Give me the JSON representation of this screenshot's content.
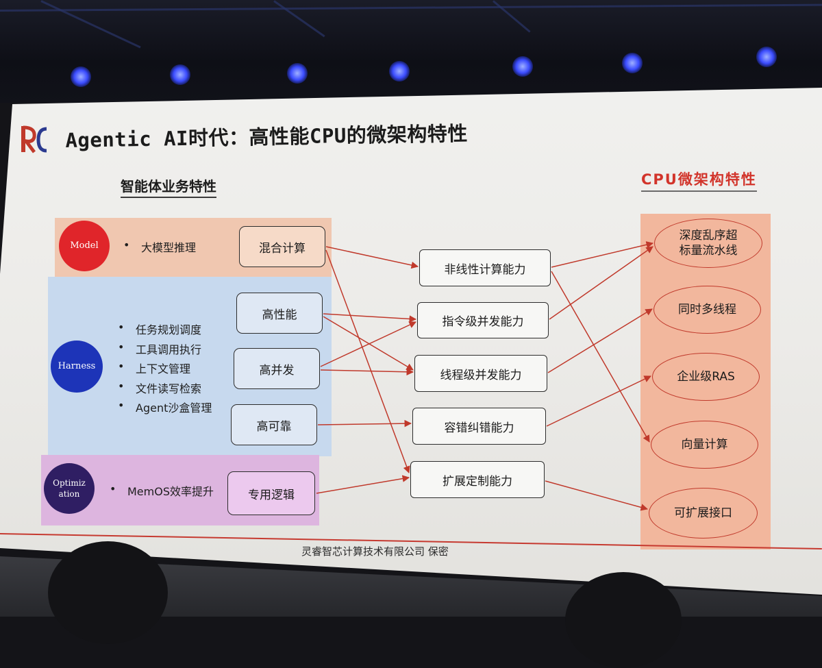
{
  "title": "Agentic AI时代：高性能CPU的微架构特性",
  "left_header": "智能体业务特性",
  "right_header": "CPU微架构特性",
  "categories": [
    {
      "id": "model",
      "circle": "Model",
      "bullets": [
        "大模型推理"
      ],
      "boxes": [
        "混合计算"
      ]
    },
    {
      "id": "harness",
      "circle": "Harness",
      "bullets": [
        "任务规划调度",
        "工具调用执行",
        "上下文管理",
        "文件读写检索",
        "Agent沙盒管理"
      ],
      "boxes": [
        "高性能",
        "高并发",
        "高可靠"
      ]
    },
    {
      "id": "optimization",
      "circle_line1": "Optimiz",
      "circle_line2": "ation",
      "bullets": [
        "MemOS效率提升"
      ],
      "boxes": [
        "专用逻辑"
      ]
    }
  ],
  "capabilities": [
    "非线性计算能力",
    "指令级并发能力",
    "线程级并发能力",
    "容错纠错能力",
    "扩展定制能力"
  ],
  "cpu_features": [
    {
      "line1": "深度乱序超",
      "line2": "标量流水线"
    },
    {
      "line1": "同时多线程"
    },
    {
      "line1": "企业级RAS"
    },
    {
      "line1": "向量计算"
    },
    {
      "line1": "可扩展接口"
    }
  ],
  "footer": "灵睿智芯计算技术有限公司 保密",
  "colors": {
    "accent_red": "#d2342b",
    "arrow": "#c0392b",
    "model_band": "#f0c7b0",
    "harness_band": "#c7d9ee",
    "optimization_band": "#ddb5df",
    "model_circle": "#e0252a",
    "harness_circle": "#1d34b8",
    "optimization_circle": "#2f1e63",
    "right_panel": "#f2b79d"
  }
}
